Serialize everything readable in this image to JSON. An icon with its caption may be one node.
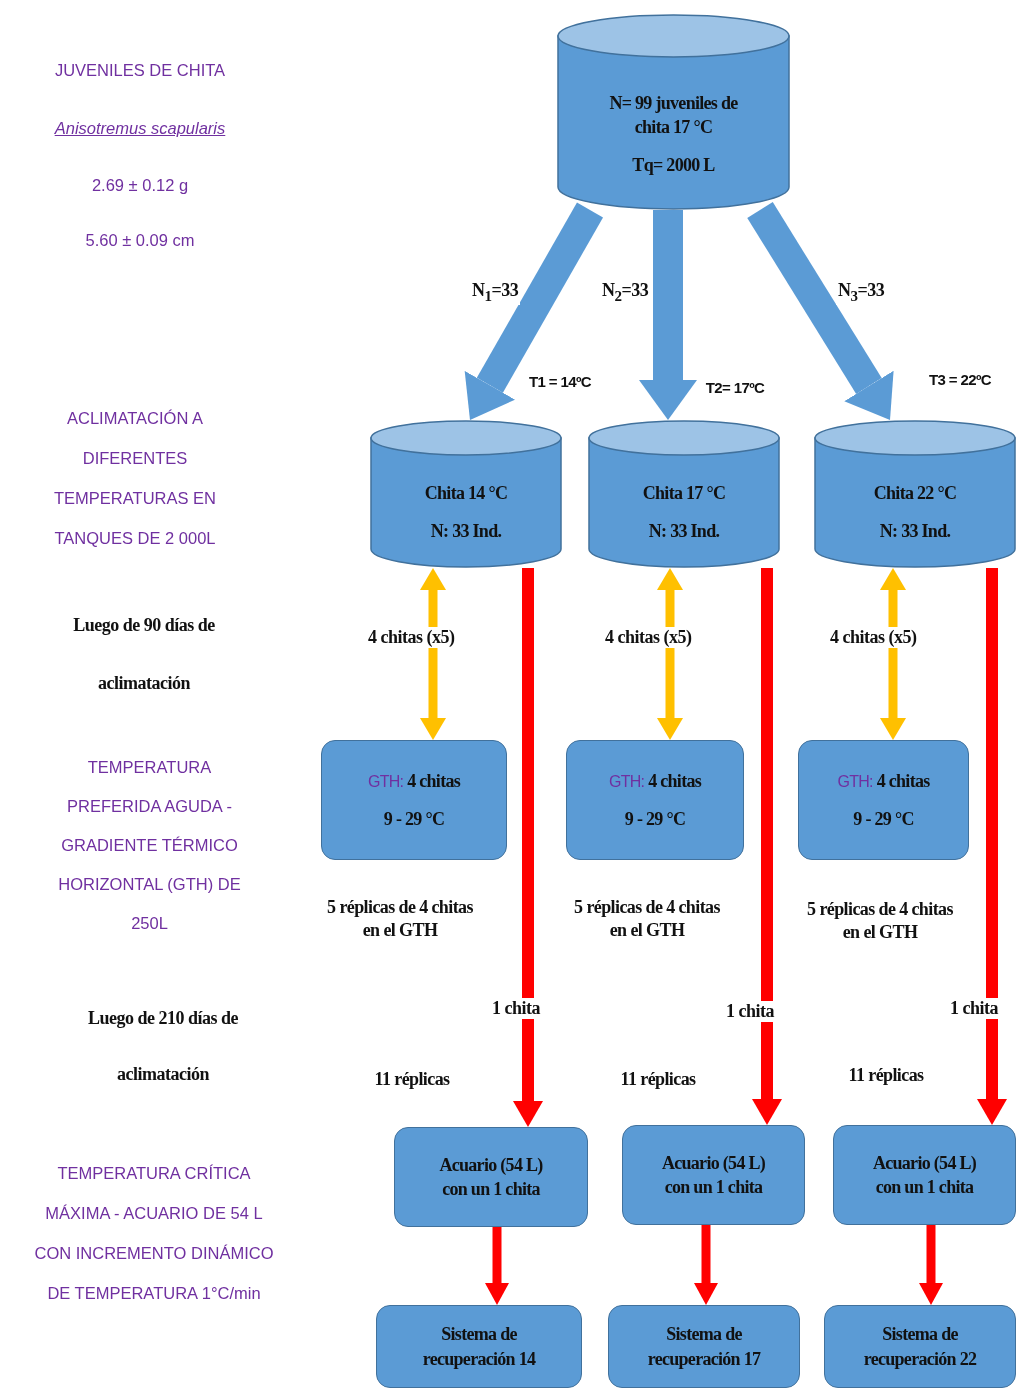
{
  "diagram": {
    "nodes": [
      {
        "text": [
          "N= 99 juveniles de chita 17 °C",
          "Tq= 2000 L"
        ]
      },
      {
        "text": [
          "Chita 14 °C",
          "N: 33 Ind."
        ],
        "beside": [
          "T1 = 14ºC"
        ]
      },
      {
        "text": [
          "Chita 17 °C",
          "N: 33 Ind."
        ],
        "beside": [
          "T2= 17ºC"
        ]
      },
      {
        "text": [
          "Chita 22 °C",
          "N: 33 Ind."
        ],
        "beside": [
          "T3 = 22ºC"
        ]
      },
      {
        "text": [
          "GTH: 4 chitas",
          "9 - 29 °C"
        ],
        "beside": [
          "5 réplicas de 4 chitas en el GTH"
        ]
      },
      {
        "text": [
          "GTH: 4 chitas",
          "9 - 29 °C"
        ],
        "beside": [
          "5 réplicas de 4 chitas en el GTH"
        ]
      },
      {
        "text": [
          "GTH: 4 chitas",
          "9 - 29 °C"
        ],
        "beside": [
          "5 réplicas de 4 chitas en el GTH"
        ]
      },
      {
        "text": [
          "Acuario (54 L) con un 1 chita"
        ],
        "beside": [
          "11 réplicas"
        ]
      },
      {
        "text": [
          "Acuario (54 L) con un 1 chita"
        ],
        "beside": [
          "11 réplicas"
        ]
      },
      {
        "text": [
          "Acuario (54 L) con un 1 chita"
        ],
        "beside": [
          "11 réplicas"
        ]
      },
      {
        "text": [
          "Sistema de recuperación 14"
        ]
      },
      {
        "text": [
          "Sistema de recuperación 17"
        ]
      },
      {
        "text": [
          "Sistema de recuperación 22"
        ]
      }
    ],
    "edges": [
      {
        "from": 0,
        "to": 1,
        "arrow": "to",
        "label": "N$_{1}$=33",
        "style": "thick",
        "color": "#5b9bd5"
      },
      {
        "from": 0,
        "to": 2,
        "arrow": "to",
        "label": "N$_{2}$=33",
        "style": "thick",
        "color": "#5b9bd5"
      },
      {
        "from": 0,
        "to": 3,
        "arrow": "to",
        "label": "N$_{3}$=33",
        "style": "thick",
        "color": "#5b9bd5"
      },
      {
        "from": 1,
        "to": 4,
        "arrow": "both",
        "label": "4 chitas (x5)",
        "color": "#ffc000"
      },
      {
        "from": 2,
        "to": 5,
        "arrow": "both",
        "label": "4 chitas (x5)",
        "color": "#ffc000"
      },
      {
        "from": 3,
        "to": 6,
        "arrow": "both",
        "label": "4 chitas (x5)",
        "color": "#ffc000"
      },
      {
        "from": 1,
        "to": 7,
        "arrow": "to",
        "label": "1 chita",
        "color": "#ff0000"
      },
      {
        "from": 2,
        "to": 8,
        "arrow": "to",
        "label": "1 chita",
        "color": "#ff0000"
      },
      {
        "from": 3,
        "to": 9,
        "arrow": "to",
        "label": "1 chita",
        "color": "#ff0000"
      },
      {
        "from": 7,
        "to": 10,
        "arrow": "to",
        "color": "#ff0000"
      },
      {
        "from": 8,
        "to": 11,
        "arrow": "to",
        "color": "#ff0000"
      },
      {
        "from": 9,
        "to": 12,
        "arrow": "to",
        "color": "#ff0000"
      }
    ],
    "labels": [
      "JUVENILES DE CHITA",
      "Anisotremus scapularis",
      "2.69 ± 0.12 g",
      "5.60 ± 0.09 cm",
      "ACLIMATACIÓN A DIFERENTES TEMPERATURAS EN TANQUES DE 2 000L",
      "Luego de 90 días de aclimatación",
      "TEMPERATURA PREFERIDA AGUDA - GRADIENTE TÉRMICO HORIZONTAL (GTH) DE 250L",
      "Luego de 210 días de aclimatación",
      "TEMPERATURA CRÍTICA MÁXIMA - ACUARIO DE 54 L CON INCREMENTO DINÁMICO DE TEMPERATURA 1°C/min"
    ]
  }
}
